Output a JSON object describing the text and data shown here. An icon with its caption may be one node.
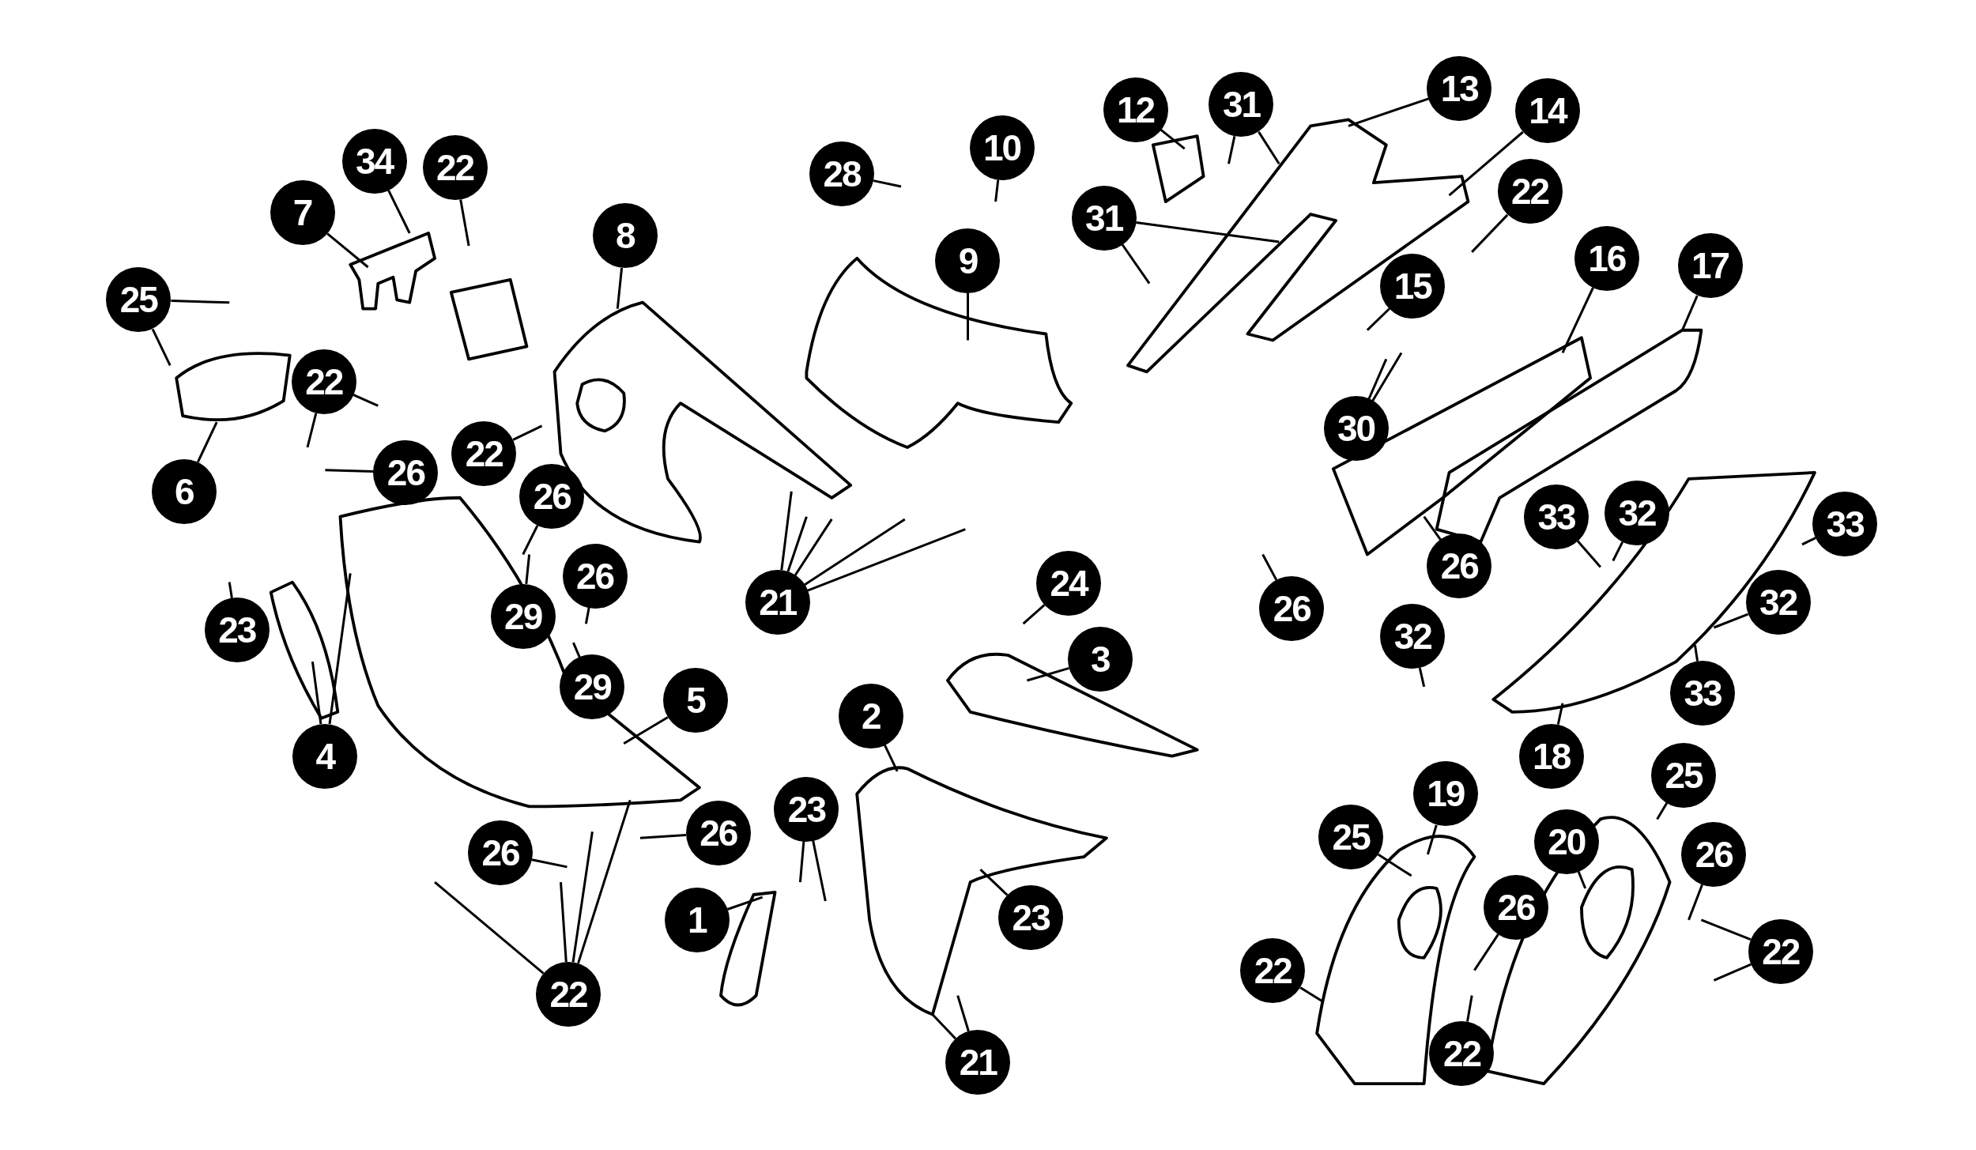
{
  "diagram": {
    "nodes": [
      {
        "text": [
          "1"
        ]
      },
      {
        "text": [
          "2"
        ]
      },
      {
        "text": [
          "3"
        ]
      },
      {
        "text": [
          "4"
        ]
      },
      {
        "text": [
          "5"
        ]
      },
      {
        "text": [
          "6"
        ]
      },
      {
        "text": [
          "7"
        ]
      },
      {
        "text": [
          "8"
        ]
      },
      {
        "text": [
          "9"
        ]
      },
      {
        "text": [
          "10"
        ]
      },
      {
        "text": [
          "12"
        ]
      },
      {
        "text": [
          "13"
        ]
      },
      {
        "text": [
          "14"
        ]
      },
      {
        "text": [
          "15"
        ]
      },
      {
        "text": [
          "16"
        ]
      },
      {
        "text": [
          "17"
        ]
      },
      {
        "text": [
          "18"
        ]
      },
      {
        "text": [
          "19"
        ]
      },
      {
        "text": [
          "20"
        ]
      },
      {
        "text": [
          "21"
        ]
      },
      {
        "text": [
          "21"
        ]
      },
      {
        "text": [
          "22"
        ]
      },
      {
        "text": [
          "22"
        ]
      },
      {
        "text": [
          "22"
        ]
      },
      {
        "text": [
          "22"
        ]
      },
      {
        "text": [
          "22"
        ]
      },
      {
        "text": [
          "22"
        ]
      },
      {
        "text": [
          "22"
        ]
      },
      {
        "text": [
          "22"
        ]
      },
      {
        "text": [
          "23"
        ]
      },
      {
        "text": [
          "23"
        ]
      },
      {
        "text": [
          "23"
        ]
      },
      {
        "text": [
          "24"
        ]
      },
      {
        "text": [
          "25"
        ]
      },
      {
        "text": [
          "25"
        ]
      },
      {
        "text": [
          "25"
        ]
      },
      {
        "text": [
          "26"
        ]
      },
      {
        "text": [
          "26"
        ]
      },
      {
        "text": [
          "26"
        ]
      },
      {
        "text": [
          "26"
        ]
      },
      {
        "text": [
          "26"
        ]
      },
      {
        "text": [
          "26"
        ]
      },
      {
        "text": [
          "26"
        ]
      },
      {
        "text": [
          "26"
        ]
      },
      {
        "text": [
          "26"
        ]
      },
      {
        "text": [
          "28"
        ]
      },
      {
        "text": [
          "29"
        ]
      },
      {
        "text": [
          "29"
        ]
      },
      {
        "text": [
          "30"
        ]
      },
      {
        "text": [
          "31"
        ]
      },
      {
        "text": [
          "31"
        ]
      },
      {
        "text": [
          "32"
        ]
      },
      {
        "text": [
          "32"
        ]
      },
      {
        "text": [
          "32"
        ]
      },
      {
        "text": [
          "33"
        ]
      },
      {
        "text": [
          "33"
        ]
      },
      {
        "text": [
          "33"
        ]
      },
      {
        "text": [
          "34"
        ]
      }
    ],
    "edges": [
      {
        "from": 0,
        "to": null,
        "arrow": "none"
      },
      {
        "from": 1,
        "to": null,
        "arrow": "none"
      },
      {
        "from": 2,
        "to": null,
        "arrow": "none"
      },
      {
        "from": 3,
        "to": null,
        "arrow": "none"
      },
      {
        "from": 3,
        "to": null,
        "arrow": "none"
      },
      {
        "from": 4,
        "to": null,
        "arrow": "none"
      },
      {
        "from": 5,
        "to": null,
        "arrow": "none"
      },
      {
        "from": 6,
        "to": null,
        "arrow": "none"
      },
      {
        "from": 7,
        "to": null,
        "arrow": "none"
      },
      {
        "from": 8,
        "to": null,
        "arrow": "none"
      },
      {
        "from": 9,
        "to": null,
        "arrow": "none"
      },
      {
        "from": 10,
        "to": null,
        "arrow": "none"
      },
      {
        "from": 11,
        "to": null,
        "arrow": "none"
      },
      {
        "from": 12,
        "to": null,
        "arrow": "none"
      },
      {
        "from": 13,
        "to": null,
        "arrow": "none"
      },
      {
        "from": 14,
        "to": null,
        "arrow": "none"
      },
      {
        "from": 15,
        "to": null,
        "arrow": "none"
      },
      {
        "from": 16,
        "to": null,
        "arrow": "none"
      },
      {
        "from": 17,
        "to": null,
        "arrow": "none"
      },
      {
        "from": 18,
        "to": null,
        "arrow": "none"
      },
      {
        "from": 19,
        "to": null,
        "arrow": "none"
      },
      {
        "from": 19,
        "to": null,
        "arrow": "none"
      },
      {
        "from": 19,
        "to": null,
        "arrow": "none"
      },
      {
        "from": 19,
        "to": null,
        "arrow": "none"
      },
      {
        "from": 19,
        "to": null,
        "arrow": "none"
      },
      {
        "from": 20,
        "to": null,
        "arrow": "none"
      },
      {
        "from": 20,
        "to": null,
        "arrow": "none"
      },
      {
        "from": 21,
        "to": null,
        "arrow": "none"
      },
      {
        "from": 22,
        "to": null,
        "arrow": "none"
      },
      {
        "from": 22,
        "to": null,
        "arrow": "none"
      },
      {
        "from": 23,
        "to": null,
        "arrow": "none"
      },
      {
        "from": 24,
        "to": null,
        "arrow": "none"
      },
      {
        "from": 25,
        "to": null,
        "arrow": "none"
      },
      {
        "from": 25,
        "to": null,
        "arrow": "none"
      },
      {
        "from": 25,
        "to": null,
        "arrow": "none"
      },
      {
        "from": 25,
        "to": null,
        "arrow": "none"
      },
      {
        "from": 26,
        "to": null,
        "arrow": "none"
      },
      {
        "from": 27,
        "to": null,
        "arrow": "none"
      },
      {
        "from": 28,
        "to": null,
        "arrow": "none"
      },
      {
        "from": 28,
        "to": null,
        "arrow": "none"
      },
      {
        "from": 29,
        "to": null,
        "arrow": "none"
      },
      {
        "from": 30,
        "to": null,
        "arrow": "none"
      },
      {
        "from": 30,
        "to": null,
        "arrow": "none"
      },
      {
        "from": 31,
        "to": null,
        "arrow": "none"
      },
      {
        "from": 32,
        "to": null,
        "arrow": "none"
      },
      {
        "from": 33,
        "to": null,
        "arrow": "none"
      },
      {
        "from": 33,
        "to": null,
        "arrow": "none"
      },
      {
        "from": 34,
        "to": null,
        "arrow": "none"
      },
      {
        "from": 35,
        "to": null,
        "arrow": "none"
      },
      {
        "from": 36,
        "to": null,
        "arrow": "none"
      },
      {
        "from": 37,
        "to": null,
        "arrow": "none"
      },
      {
        "from": 38,
        "to": null,
        "arrow": "none"
      },
      {
        "from": 39,
        "to": null,
        "arrow": "none"
      },
      {
        "from": 40,
        "to": null,
        "arrow": "none"
      },
      {
        "from": 41,
        "to": null,
        "arrow": "none"
      },
      {
        "from": 42,
        "to": null,
        "arrow": "none"
      },
      {
        "from": 43,
        "to": null,
        "arrow": "none"
      },
      {
        "from": 44,
        "to": null,
        "arrow": "none"
      },
      {
        "from": 45,
        "to": null,
        "arrow": "none"
      },
      {
        "from": 46,
        "to": null,
        "arrow": "none"
      },
      {
        "from": 47,
        "to": null,
        "arrow": "none"
      },
      {
        "from": 48,
        "to": null,
        "arrow": "none"
      },
      {
        "from": 48,
        "to": null,
        "arrow": "none"
      },
      {
        "from": 49,
        "to": null,
        "arrow": "none"
      },
      {
        "from": 49,
        "to": null,
        "arrow": "none"
      },
      {
        "from": 50,
        "to": null,
        "arrow": "none"
      },
      {
        "from": 50,
        "to": null,
        "arrow": "none"
      },
      {
        "from": 51,
        "to": null,
        "arrow": "none"
      },
      {
        "from": 52,
        "to": null,
        "arrow": "none"
      },
      {
        "from": 53,
        "to": null,
        "arrow": "none"
      },
      {
        "from": 54,
        "to": null,
        "arrow": "none"
      },
      {
        "from": 55,
        "to": null,
        "arrow": "none"
      },
      {
        "from": 56,
        "to": null,
        "arrow": "none"
      },
      {
        "from": 57,
        "to": null,
        "arrow": "none"
      }
    ]
  }
}
